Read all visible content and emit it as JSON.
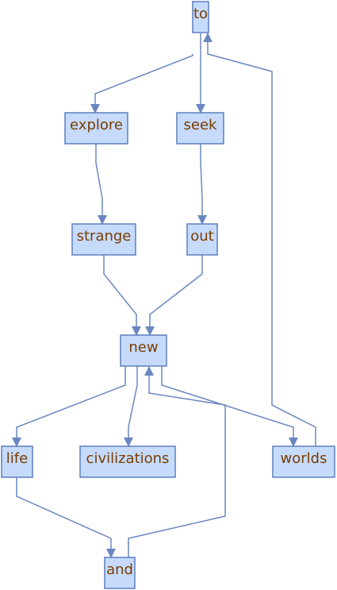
{
  "nodes": [
    {
      "id": "to",
      "label": "to"
    },
    {
      "id": "explore",
      "label": "explore"
    },
    {
      "id": "seek",
      "label": "seek"
    },
    {
      "id": "strange",
      "label": "strange"
    },
    {
      "id": "out",
      "label": "out"
    },
    {
      "id": "new",
      "label": "new"
    },
    {
      "id": "life",
      "label": "life"
    },
    {
      "id": "civilizations",
      "label": "civilizations"
    },
    {
      "id": "worlds",
      "label": "worlds"
    },
    {
      "id": "and",
      "label": "and"
    }
  ],
  "edges": [
    {
      "from": "to",
      "to": "explore"
    },
    {
      "from": "to",
      "to": "seek"
    },
    {
      "from": "explore",
      "to": "strange"
    },
    {
      "from": "seek",
      "to": "out"
    },
    {
      "from": "strange",
      "to": "new"
    },
    {
      "from": "out",
      "to": "new"
    },
    {
      "from": "new",
      "to": "life"
    },
    {
      "from": "new",
      "to": "civilizations"
    },
    {
      "from": "new",
      "to": "worlds"
    },
    {
      "from": "life",
      "to": "and"
    },
    {
      "from": "and",
      "to": "new"
    },
    {
      "from": "worlds",
      "to": "to"
    }
  ],
  "colors": {
    "node_fill": "#c6dbfc",
    "node_border": "#5b7fbd",
    "label_text": "#7a3d00",
    "edge": "#6a87c0"
  }
}
